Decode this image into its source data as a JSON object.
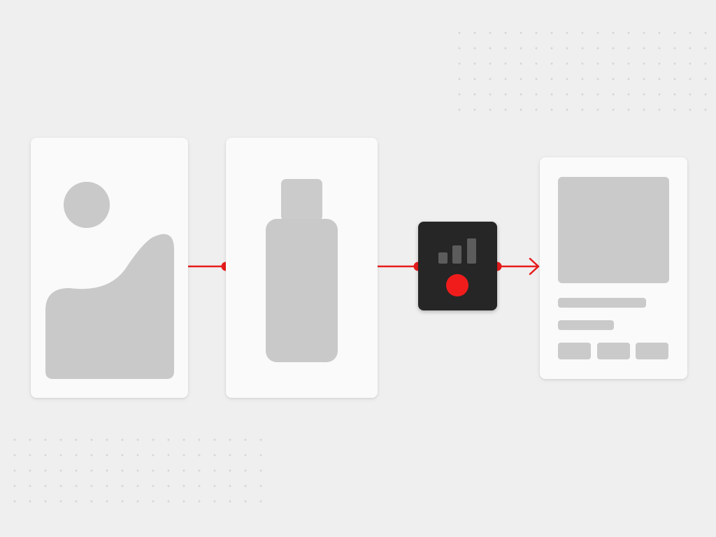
{
  "diagram": {
    "nodes": [
      {
        "id": "image-input",
        "kind": "image-placeholder-card"
      },
      {
        "id": "product",
        "kind": "bottle-placeholder-card"
      },
      {
        "id": "processor",
        "kind": "dark-processing-block",
        "icons": [
          "signal-bars-icon",
          "record-dot-icon"
        ]
      },
      {
        "id": "output",
        "kind": "result-layout-card",
        "items": [
          "thumbnail",
          "text-line",
          "text-line",
          "chip",
          "chip",
          "chip"
        ]
      }
    ],
    "edges": [
      {
        "from": "image-input",
        "to": "product",
        "style": "line-with-dot"
      },
      {
        "from": "product",
        "to": "processor",
        "style": "line-with-dot"
      },
      {
        "from": "processor",
        "to": "output",
        "style": "arrow"
      }
    ],
    "colors": {
      "background": "#efefef",
      "card": "#fafafa",
      "placeholder": "#c9c9c9",
      "processor": "#262626",
      "accent": "#f01c1c"
    }
  }
}
